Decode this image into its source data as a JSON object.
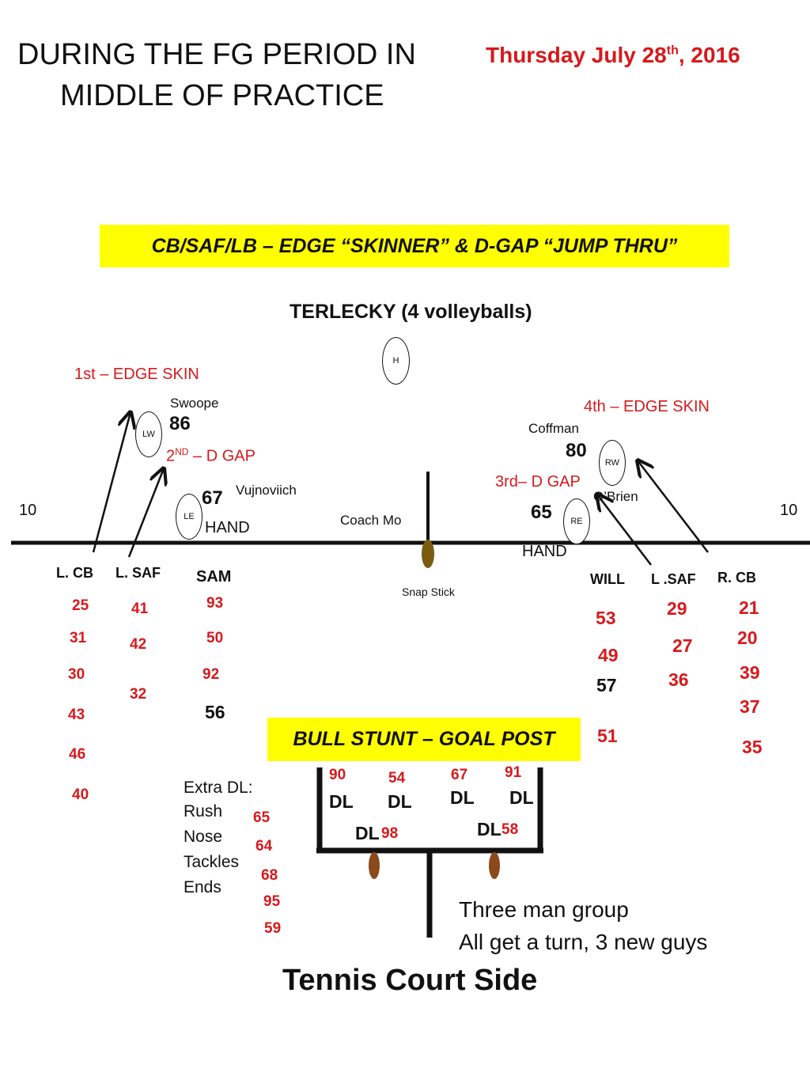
{
  "title": {
    "line1": "DURING THE FG PERIOD IN",
    "line2": "MIDDLE OF PRACTICE",
    "date_main": "Thursday July 28",
    "date_sup": "th",
    "date_end": ", 2016"
  },
  "banner_top": "CB/SAF/LB – EDGE “SKINNER” & D-GAP “JUMP THRU”",
  "banner_bottom": "BULL STUNT – GOAL POST",
  "terlecky": "TERLECKY (4 volleyballs)",
  "ovals": {
    "h": "H",
    "lw": "LW",
    "le": "LE",
    "rw": "RW",
    "re": "RE"
  },
  "calls": {
    "first": "1st – EDGE SKIN",
    "second_main": "2",
    "second_sup": "ND",
    "second_end": " – D GAP",
    "third": "3rd– D GAP",
    "fourth": "4th – EDGE SKIN"
  },
  "names": {
    "swoope": "Swoope",
    "vujnoviich": "Vujnoviich",
    "coffman": "Coffman",
    "obrien": "O’Brien",
    "coach": "Coach Mo",
    "snap": "Snap Stick"
  },
  "numbers_field": {
    "lw": "86",
    "le": "67",
    "rw": "80",
    "re": "65"
  },
  "hand_labels": {
    "left": "HAND",
    "right": "HAND"
  },
  "yard_labels": {
    "left": "10",
    "right": "10"
  },
  "position_headers": {
    "lcb": "L. CB",
    "lsaf": "L. SAF",
    "sam": "SAM",
    "will": "WILL",
    "rsaf": "L .SAF",
    "rcb": "R. CB"
  },
  "columns": {
    "lcb": [
      "25",
      "31",
      "30",
      "43",
      "46",
      "40"
    ],
    "lsaf": [
      "41",
      "42",
      "32"
    ],
    "sam": [
      "93",
      "50",
      "92",
      "56"
    ],
    "will": [
      "53",
      "49",
      "57",
      "51"
    ],
    "rsaf": [
      "29",
      "27",
      "36"
    ],
    "rcb": [
      "21",
      "20",
      "39",
      "37",
      "35"
    ]
  },
  "extra_dl": {
    "lines": [
      "Extra DL:",
      "Rush",
      "Nose",
      "Tackles",
      "Ends"
    ],
    "numbers": [
      "65",
      "64",
      "68",
      "95",
      "59"
    ]
  },
  "goalpost": {
    "top_nums": [
      "90",
      "54",
      "67",
      "91"
    ],
    "dl": "DL",
    "dl_cut": "DL",
    "bottom_nums": [
      "98",
      "58"
    ]
  },
  "notes": {
    "line1": "Three man group",
    "line2": "All get a turn, 3 new guys"
  },
  "footer": "Tennis Court Side",
  "colors": {
    "red": "#d7191c",
    "yellow": "#ffff00",
    "football": "#7a5c10",
    "post_ball": "#8b4a1c"
  }
}
